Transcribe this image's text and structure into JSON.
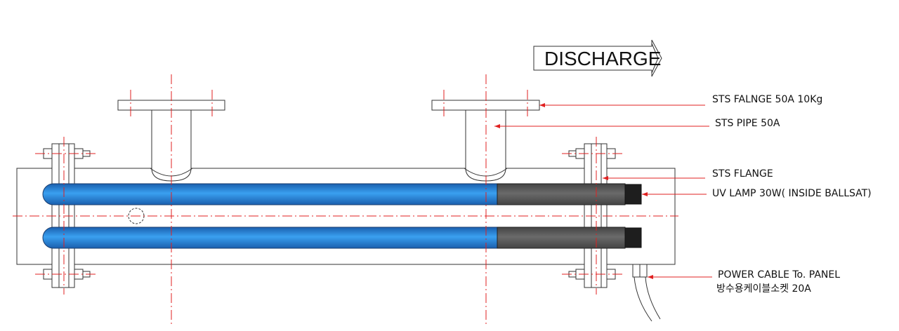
{
  "drawing": {
    "arrow_label": "DISCHARGE",
    "callouts": [
      {
        "id": "flange_50a",
        "text": "STS FALNGE 50A 10Kg"
      },
      {
        "id": "pipe_50a",
        "text": "STS PIPE 50A"
      },
      {
        "id": "sts_flange",
        "text": "STS FLANGE"
      },
      {
        "id": "uv_lamp",
        "text": "UV LAMP 30W( INSIDE BALLSAT)"
      },
      {
        "id": "power_cable",
        "text": "POWER CABLE To. PANEL"
      },
      {
        "id": "socket",
        "text": "방수용케이블소켓 20A"
      }
    ],
    "colors": {
      "lamp_blue": "#2f8fe0",
      "lamp_cap": "#555555",
      "lamp_end": "#1e1e1e",
      "leader_red": "#e02020",
      "outline": "#333333"
    }
  }
}
